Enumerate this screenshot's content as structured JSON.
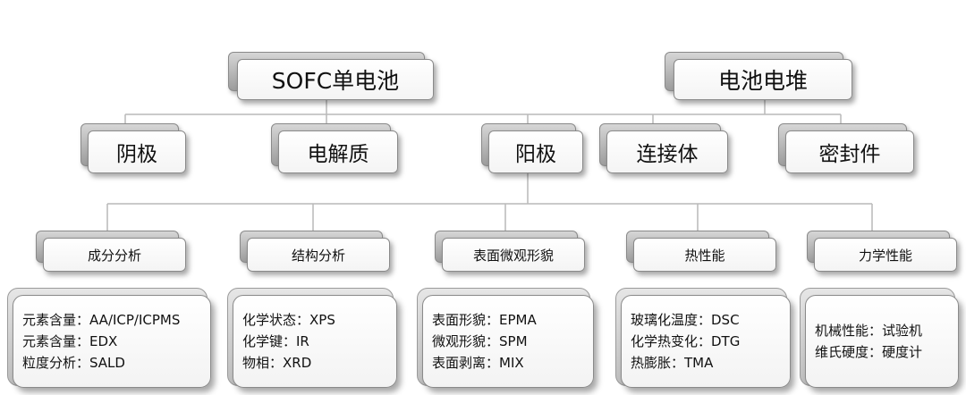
{
  "top_level": [
    {
      "label": "SOFC单电池"
    },
    {
      "label": "电池电堆"
    }
  ],
  "components": [
    {
      "label": "阴极"
    },
    {
      "label": "电解质"
    },
    {
      "label": "阳极"
    },
    {
      "label": "连接体"
    },
    {
      "label": "密封件"
    }
  ],
  "analyses": [
    {
      "label": "成分分析",
      "details": [
        "元素含量：AA/ICP/ICPMS",
        "元素含量：EDX",
        "粒度分析：SALD"
      ]
    },
    {
      "label": "结构分析",
      "details": [
        "化学状态：XPS",
        "化学键：IR",
        "物相：XRD"
      ]
    },
    {
      "label": "表面微观形貌",
      "details": [
        "表面形貌：EPMA",
        "微观形貌：SPM",
        "表面剥离：MIX"
      ]
    },
    {
      "label": "热性能",
      "details": [
        "玻璃化温度：DSC",
        "化学热变化：DTG",
        "热膨胀：TMA"
      ]
    },
    {
      "label": "力学性能",
      "details": [
        "机械性能：试验机",
        "维氏硬度：硬度计"
      ]
    }
  ]
}
